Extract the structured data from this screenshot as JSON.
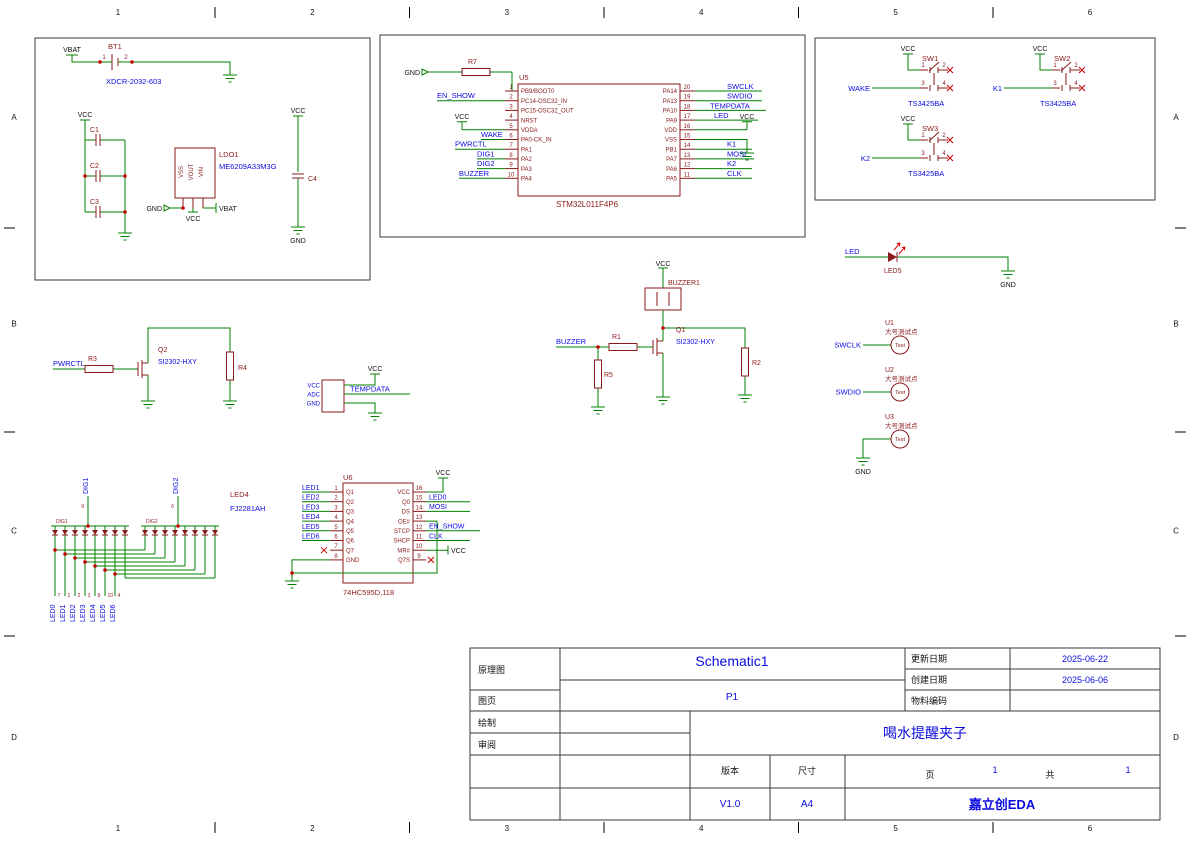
{
  "colors": {
    "wire": "#008000",
    "component": "#8B1A1A",
    "netlabel": "#0B0BE0"
  },
  "frame": {
    "cols": [
      "1",
      "2",
      "3",
      "4",
      "5",
      "6"
    ],
    "rows": [
      "A",
      "B",
      "C",
      "D"
    ]
  },
  "power": {
    "vbat_flag": "VBAT",
    "bt1_ref": "BT1",
    "bt1_pin1": "1",
    "bt1_pin2": "2",
    "bt1_val": "XDCR-2032-603",
    "vcc_flag": "VCC",
    "c1": "C1",
    "c2": "C2",
    "c3": "C3",
    "ldo_ref": "LDO1",
    "ldo_val": "ME6209A33M3G",
    "ldo_pin_vss": "VSS",
    "ldo_pin_vout": "VOUT",
    "ldo_pin_vin": "VIN",
    "ldo_gnd": "GND",
    "ldo_vcc": "VCC",
    "ldo_vbat": "VBAT",
    "c4_vcc": "VCC",
    "c4": "C4",
    "c4_gnd": "GND"
  },
  "mcu": {
    "gnd_flag": "GND",
    "r7": "R7",
    "ref": "U5",
    "value": "STM32L011F4P6",
    "left_pins": [
      {
        "num": "1",
        "name": "PB9/BOOT0"
      },
      {
        "num": "2",
        "name": "PC14-OSC32_IN"
      },
      {
        "num": "3",
        "name": "PC15-OSC32_OUT"
      },
      {
        "num": "4",
        "name": "NRST"
      },
      {
        "num": "5",
        "name": "VDDA"
      },
      {
        "num": "6",
        "name": "PA0-CK_IN"
      },
      {
        "num": "7",
        "name": "PA1"
      },
      {
        "num": "8",
        "name": "PA2"
      },
      {
        "num": "9",
        "name": "PA3"
      },
      {
        "num": "10",
        "name": "PA4"
      }
    ],
    "right_pins": [
      {
        "num": "20",
        "name": "PA14"
      },
      {
        "num": "19",
        "name": "PA13"
      },
      {
        "num": "18",
        "name": "PA10"
      },
      {
        "num": "17",
        "name": "PA9"
      },
      {
        "num": "16",
        "name": "VDD"
      },
      {
        "num": "15",
        "name": "VSS"
      },
      {
        "num": "14",
        "name": "PB1"
      },
      {
        "num": "13",
        "name": "PA7"
      },
      {
        "num": "12",
        "name": "PA6"
      },
      {
        "num": "11",
        "name": "PA5"
      }
    ],
    "nets_left": {
      "en_show": "EN_SHOW",
      "vcc": "VCC",
      "wake": "WAKE",
      "pwrctl": "PWRCTL",
      "dig1": "DIG1",
      "dig2": "DIG2",
      "buzzer": "BUZZER"
    },
    "nets_right": {
      "swclk": "SWCLK",
      "swdio": "SWDIO",
      "tempdata": "TEMPDATA",
      "led": "LED",
      "vcc": "VCC",
      "k1": "K1",
      "mosi": "MOSI",
      "k2": "K2",
      "clk": "CLK"
    }
  },
  "switches": [
    {
      "ref": "SW1",
      "value": "TS3425BA",
      "vcc": "VCC",
      "net": "WAKE",
      "p1": "1",
      "p2": "2",
      "p3": "3",
      "p4": "4"
    },
    {
      "ref": "SW2",
      "value": "TS3425BA",
      "vcc": "VCC",
      "net": "K1",
      "p1": "1",
      "p2": "2",
      "p3": "3",
      "p4": "4"
    },
    {
      "ref": "SW3",
      "value": "TS3425BA",
      "vcc": "VCC",
      "net": "K2",
      "p1": "1",
      "p2": "2",
      "p3": "3",
      "p4": "4"
    }
  ],
  "led5": {
    "net": "LED",
    "ref": "LED5",
    "gnd": "GND"
  },
  "pwr_switch": {
    "net": "PWRCTL",
    "r3": "R3",
    "ref": "Q2",
    "value": "SI2302-HXY",
    "r4": "R4"
  },
  "temp_conn": {
    "pin_vcc": "VCC",
    "pin_adc": "ADC",
    "pin_gnd": "GND",
    "net": "TEMPDATA",
    "vcc_flag": "VCC"
  },
  "buzzer": {
    "vcc_flag": "VCC",
    "ref": "BUZZER1",
    "q1_ref": "Q1",
    "q1_val": "SI2302-HXY",
    "net": "BUZZER",
    "r1": "R1",
    "r5": "R5",
    "r2": "R2"
  },
  "testpoints": {
    "items": [
      {
        "ref": "U1",
        "value": "大号测试点",
        "label": "Test",
        "net": "SWCLK"
      },
      {
        "ref": "U2",
        "value": "大号测试点",
        "label": "Test",
        "net": "SWDIO"
      },
      {
        "ref": "U3",
        "value": "大号测试点",
        "label": "Test",
        "net": ""
      }
    ],
    "gnd": "GND"
  },
  "display": {
    "dig1": "DIG1",
    "dig1_pin": "9",
    "dig2": "DIG2",
    "dig2_pin": "6",
    "seg1_label": "DIG1",
    "seg2_label": "DIG2",
    "ref": "LED4",
    "value": "FJ2281AH",
    "nets": [
      {
        "name": "LED0",
        "pin": "7"
      },
      {
        "name": "LED1",
        "pin": "1"
      },
      {
        "name": "LED2",
        "pin": "2"
      },
      {
        "name": "LED3",
        "pin": "3"
      },
      {
        "name": "LED4",
        "pin": "8"
      },
      {
        "name": "LED5",
        "pin": "10"
      },
      {
        "name": "LED6",
        "pin": "4"
      }
    ]
  },
  "u6": {
    "ref": "U6",
    "value": "74HC595D,118",
    "left_pins": [
      {
        "num": "1",
        "name": "Q1"
      },
      {
        "num": "2",
        "name": "Q2"
      },
      {
        "num": "3",
        "name": "Q3"
      },
      {
        "num": "4",
        "name": "Q4"
      },
      {
        "num": "5",
        "name": "Q5"
      },
      {
        "num": "6",
        "name": "Q6"
      },
      {
        "num": "7",
        "name": "Q7"
      },
      {
        "num": "8",
        "name": "GND"
      }
    ],
    "left_nets": [
      {
        "name": "LED1"
      },
      {
        "name": "LED2"
      },
      {
        "name": "LED3"
      },
      {
        "name": "LED4"
      },
      {
        "name": "LED5"
      },
      {
        "name": "LED6"
      }
    ],
    "right_pins": [
      {
        "num": "16",
        "name": "VCC"
      },
      {
        "num": "15",
        "name": "Q0"
      },
      {
        "num": "14",
        "name": "DS"
      },
      {
        "num": "13",
        "name": "OE#"
      },
      {
        "num": "12",
        "name": "STCP"
      },
      {
        "num": "11",
        "name": "SHCP"
      },
      {
        "num": "10",
        "name": "MR#"
      },
      {
        "num": "9",
        "name": "Q7S"
      }
    ],
    "nets_right": {
      "led0": "LED0",
      "mosi": "MOSI",
      "en_show": "EN_SHOW",
      "clk": "CLK"
    },
    "vcc_top": "VCC",
    "vcc_mr": "VCC"
  },
  "titleblock": {
    "doc_type_label": "原理图",
    "doc_type_value": "Schematic1",
    "page_label": "图页",
    "page_value": "P1",
    "updated_label": "更新日期",
    "updated_value": "2025-06-22",
    "created_label": "创建日期",
    "created_value": "2025-06-06",
    "material_label": "物料编码",
    "material_value": "",
    "drawn_label": "绘制",
    "review_label": "审阅",
    "title": "喝水提醒夹子",
    "version_label": "版本",
    "version_value": "V1.0",
    "size_label": "尺寸",
    "size_value": "A4",
    "page_word": "页",
    "page_num": "1",
    "total_word": "共",
    "total_num": "1",
    "brand": "嘉立创EDA"
  }
}
